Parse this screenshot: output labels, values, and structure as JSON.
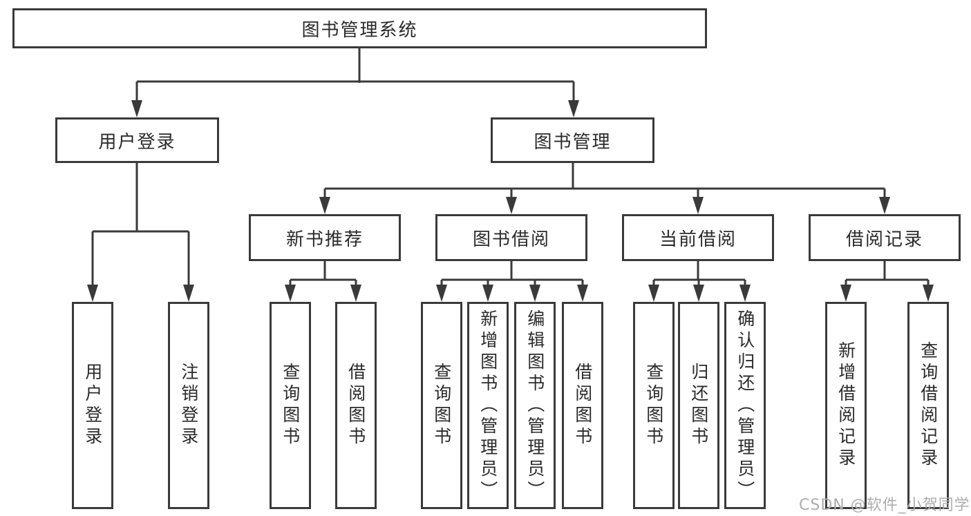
{
  "tree": {
    "root": "图书管理系统",
    "branches": [
      {
        "label": "用户登录",
        "children": [
          "用户登录",
          "注销登录"
        ]
      },
      {
        "label": "图书管理",
        "children": [
          {
            "label": "新书推荐",
            "children": [
              "查询图书",
              "借阅图书"
            ]
          },
          {
            "label": "图书借阅",
            "children": [
              "查询图书",
              "新增图书（管理员）",
              "编辑图书（管理员）",
              "借阅图书"
            ]
          },
          {
            "label": "当前借阅",
            "children": [
              "查询图书",
              "归还图书",
              "确认归还（管理员）"
            ]
          },
          {
            "label": "借阅记录",
            "children": [
              "新增借阅记录",
              "查询借阅记录"
            ]
          }
        ]
      }
    ]
  },
  "watermark": {
    "text": "CSDN @软件_小贺同学"
  },
  "colors": {
    "line": "#3a3a3a",
    "text": "#2a2a2a",
    "watermark": "#adadad",
    "background": "#ffffff"
  }
}
